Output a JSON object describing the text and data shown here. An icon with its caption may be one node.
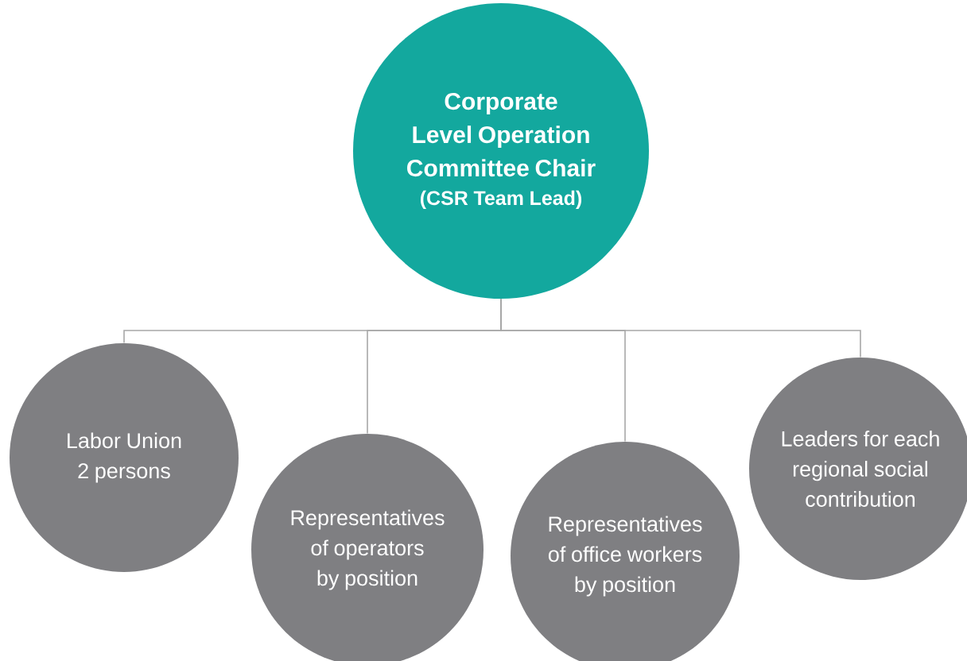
{
  "diagram": {
    "nodes": [
      {
        "text": [
          "Corporate Level Operation Committee Chair",
          "(CSR Team Lead)"
        ]
      },
      {
        "text": [
          "Labor Union 2 persons"
        ]
      },
      {
        "text": [
          "Representatives of operators by position"
        ]
      },
      {
        "text": [
          "Representatives of office workers by position"
        ]
      },
      {
        "text": [
          "Leaders for each regional social contribution"
        ]
      }
    ],
    "edges": [
      {
        "from": 0,
        "to": 1,
        "arrow": "none"
      },
      {
        "from": 0,
        "to": 2,
        "arrow": "none"
      },
      {
        "from": 0,
        "to": 3,
        "arrow": "none"
      },
      {
        "from": 0,
        "to": 4,
        "arrow": "none"
      }
    ]
  }
}
